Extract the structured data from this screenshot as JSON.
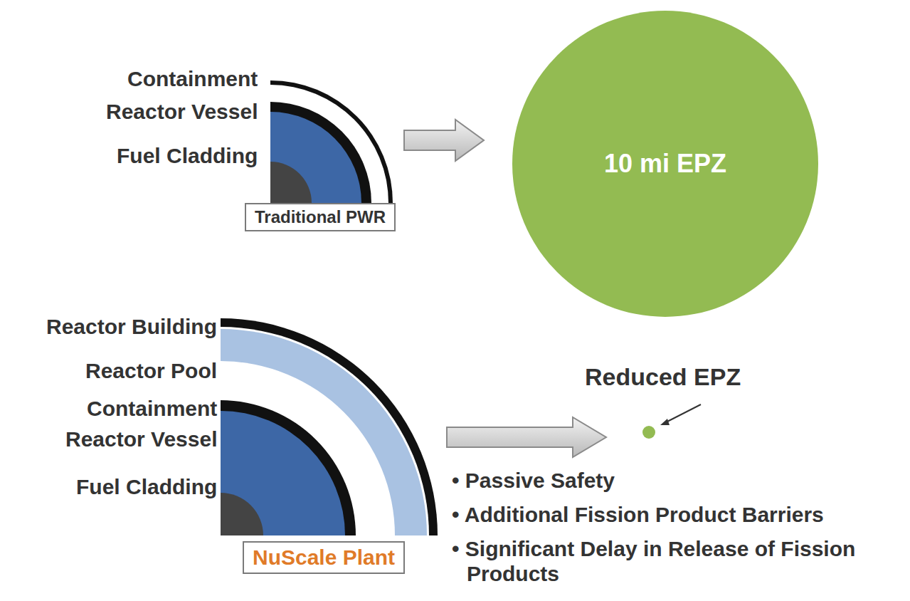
{
  "diagram": {
    "nodes": [
      {
        "text": [
          "Traditional PWR"
        ]
      },
      {
        "text": [
          "10 mi EPZ"
        ]
      },
      {
        "text": [
          "NuScale Plant"
        ]
      }
    ],
    "labels": [
      "Containment",
      "Reactor Vessel",
      "Fuel Cladding",
      "Reactor Building",
      "Reactor Pool",
      "Containment",
      "Reactor Vessel",
      "Fuel Cladding",
      "Reduced EPZ",
      "• Passive Safety",
      "• Additional Fission Product Barriers",
      "• Significant Delay in Release of Fission Products"
    ]
  }
}
